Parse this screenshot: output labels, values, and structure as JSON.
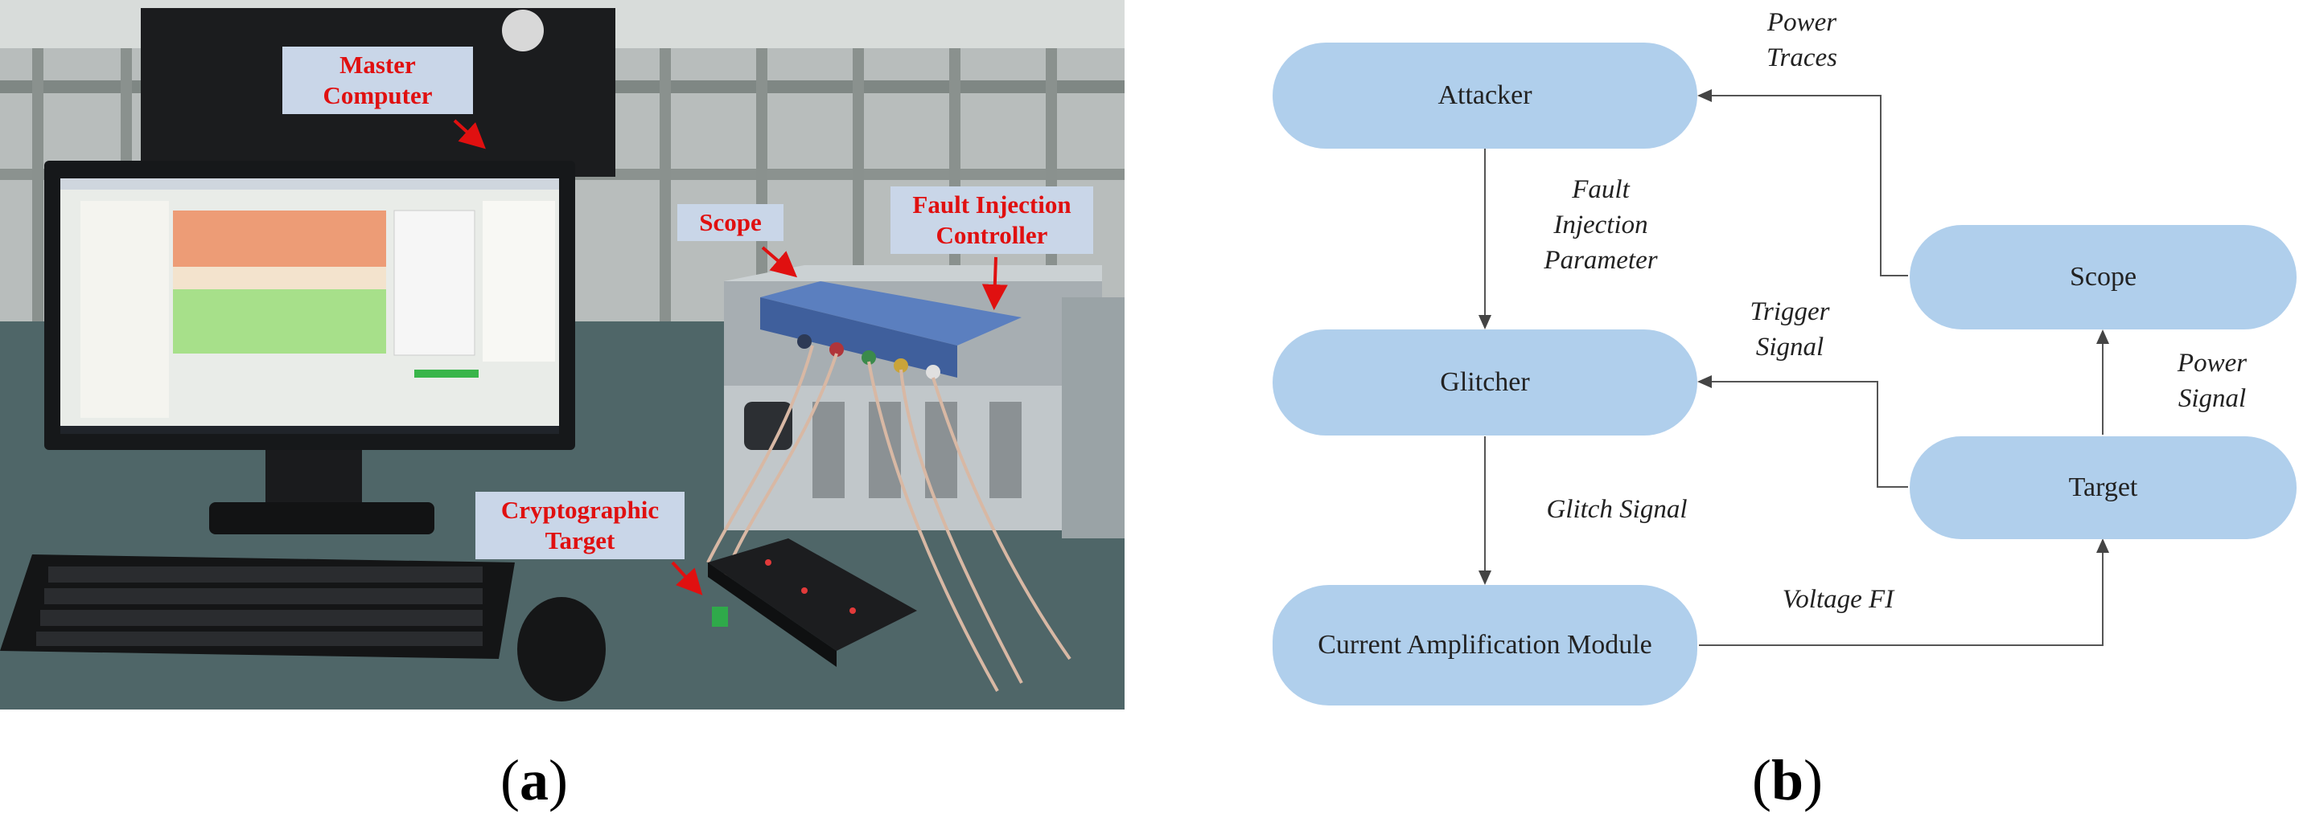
{
  "panel_a": {
    "label_open": "(",
    "label_letter": "a",
    "label_close": ")",
    "callouts": {
      "master_computer": [
        "Master",
        "Computer"
      ],
      "scope": "Scope",
      "fault_injection_controller": [
        "Fault Injection",
        "Controller"
      ],
      "cryptographic_target": [
        "Cryptographic",
        "Target"
      ]
    },
    "arrow_color": "#e01010",
    "callout_bg": "#c9d6e8"
  },
  "panel_b": {
    "label_open": "(",
    "label_letter": "b",
    "label_close": ")",
    "node_color": "#b0cfec",
    "nodes": {
      "attacker": "Attacker",
      "glitcher": "Glitcher",
      "current_amp": "Current Amplification Module",
      "scope": "Scope",
      "target": "Target"
    },
    "edges": {
      "power_traces": [
        "Power",
        "Traces"
      ],
      "fault_injection_parameter": [
        "Fault",
        "Injection",
        "Parameter"
      ],
      "trigger_signal": [
        "Trigger",
        "Signal"
      ],
      "glitch_signal": "Glitch Signal",
      "voltage_fi": "Voltage FI",
      "power_signal": [
        "Power",
        "Signal"
      ]
    }
  }
}
